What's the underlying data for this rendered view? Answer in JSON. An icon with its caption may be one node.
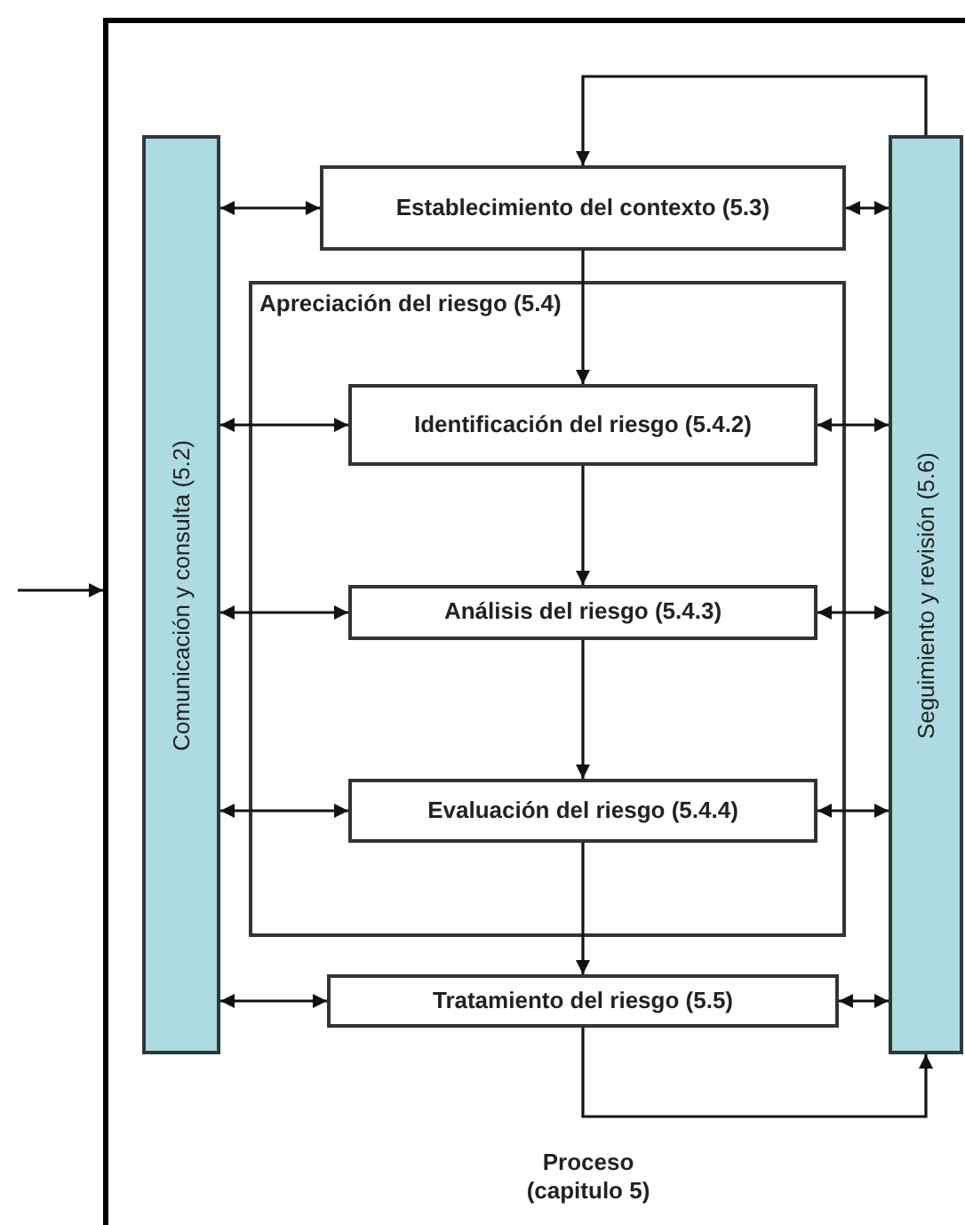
{
  "diagram": {
    "nodes": [
      {
        "text": [
          "Proceso (capitulo 5)"
        ]
      },
      {
        "text": [
          "Comunicación y consulta (5.2)"
        ],
        "in": 0
      },
      {
        "text": [
          "Establecimiento del contexto (5.3)"
        ],
        "in": 0
      },
      {
        "text": [
          "Apreciación del riesgo (5.4)"
        ],
        "in": 0
      },
      {
        "text": [
          "Identificación del riesgo (5.4.2)"
        ],
        "in": 3
      },
      {
        "text": [
          "Análisis del riesgo (5.4.3)"
        ],
        "in": 3
      },
      {
        "text": [
          "Evaluación del riesgo (5.4.4)"
        ],
        "in": 3
      },
      {
        "text": [
          "Tratamiento del riesgo (5.5)"
        ],
        "in": 0
      },
      {
        "text": [
          "Seguimiento y revisión (5.6)"
        ],
        "in": 0
      }
    ],
    "edges": [
      {
        "from": null,
        "to": 0,
        "arrow": "to"
      },
      {
        "from": 1,
        "to": 2,
        "arrow": "both"
      },
      {
        "from": 2,
        "to": 8,
        "arrow": "both"
      },
      {
        "from": 8,
        "to": 2,
        "arrow": "to"
      },
      {
        "from": 2,
        "to": 4,
        "arrow": "to"
      },
      {
        "from": 1,
        "to": 4,
        "arrow": "both"
      },
      {
        "from": 4,
        "to": 8,
        "arrow": "both"
      },
      {
        "from": 4,
        "to": 5,
        "arrow": "to"
      },
      {
        "from": 1,
        "to": 5,
        "arrow": "both"
      },
      {
        "from": 5,
        "to": 8,
        "arrow": "both"
      },
      {
        "from": 5,
        "to": 6,
        "arrow": "to"
      },
      {
        "from": 1,
        "to": 6,
        "arrow": "both"
      },
      {
        "from": 6,
        "to": 8,
        "arrow": "both"
      },
      {
        "from": 6,
        "to": 7,
        "arrow": "to"
      },
      {
        "from": 1,
        "to": 7,
        "arrow": "both"
      },
      {
        "from": 7,
        "to": 8,
        "arrow": "both"
      },
      {
        "from": 7,
        "to": 8,
        "arrow": "to"
      }
    ]
  }
}
